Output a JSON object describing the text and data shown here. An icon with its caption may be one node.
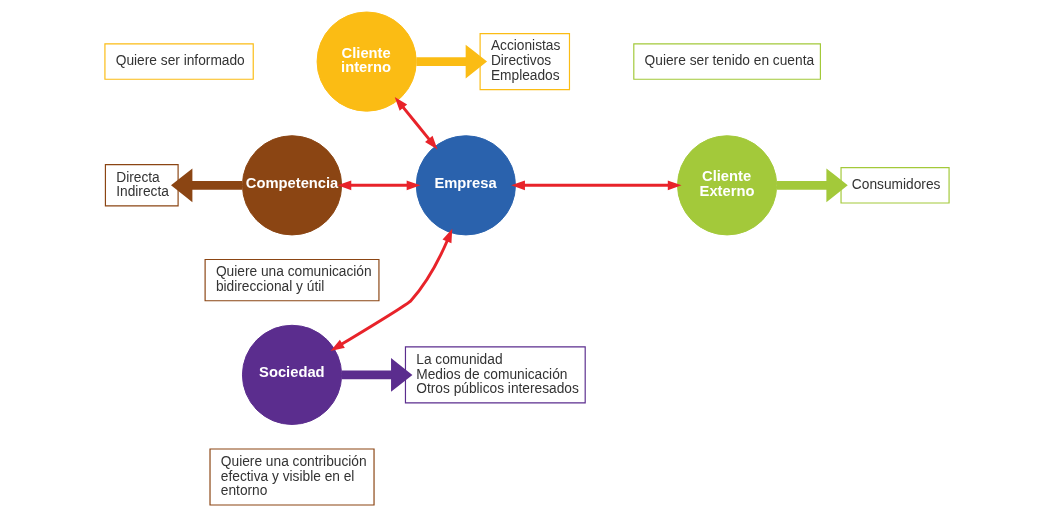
{
  "diagram": {
    "nodes": [
      {
        "text": [
          "Quiere ser informado"
        ]
      },
      {
        "text": [
          "Cliente interno"
        ]
      },
      {
        "text": [
          "Accionistas",
          "Directivos",
          "Empleados"
        ]
      },
      {
        "text": [
          "Quiere ser tenido en cuenta"
        ]
      },
      {
        "text": [
          "Directa",
          "Indirecta"
        ]
      },
      {
        "text": [
          "Competencia"
        ]
      },
      {
        "text": [
          "Empresa"
        ]
      },
      {
        "text": [
          "Cliente Externo"
        ]
      },
      {
        "text": [
          "Consumidores"
        ]
      },
      {
        "text": [
          "Quiere una comunicación bidireccional y útil"
        ]
      },
      {
        "text": [
          "Sociedad"
        ]
      },
      {
        "text": [
          "La comunidad",
          "Medios de comunicación",
          "Otros públicos interesados"
        ]
      },
      {
        "text": [
          "Quiere una contribución efectiva y visible en el entorno"
        ]
      }
    ],
    "edges": [
      {
        "from": 6,
        "to": 1,
        "arrow": "both",
        "color": "#e8232a"
      },
      {
        "from": 6,
        "to": 5,
        "arrow": "both",
        "color": "#e8232a"
      },
      {
        "from": 6,
        "to": 7,
        "arrow": "both",
        "color": "#e8232a"
      },
      {
        "from": 6,
        "to": 10,
        "arrow": "both",
        "color": "#e8232a"
      },
      {
        "from": 1,
        "to": 2,
        "arrow": "to",
        "style": "thick",
        "color": "#fbbc14"
      },
      {
        "from": 5,
        "to": 4,
        "arrow": "to",
        "style": "thick",
        "color": "#8b4513"
      },
      {
        "from": 7,
        "to": 8,
        "arrow": "to",
        "style": "thick",
        "color": "#a3c93a"
      },
      {
        "from": 10,
        "to": 11,
        "arrow": "to",
        "style": "thick",
        "color": "#5b2d8e"
      }
    ]
  }
}
